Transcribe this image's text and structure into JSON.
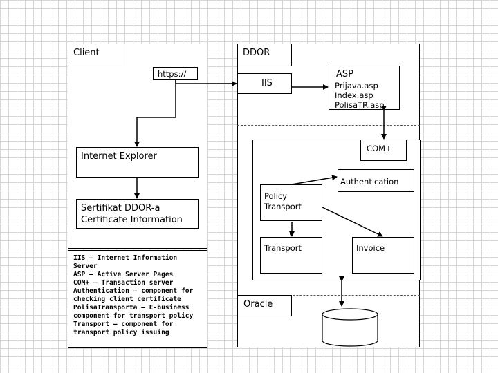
{
  "client": {
    "title": "Client",
    "url": "https://",
    "browser": "Internet Explorer",
    "cert_line1": "Sertifikat DDOR-a",
    "cert_line2": "Certificate Information"
  },
  "server": {
    "title": "DDOR",
    "iis": "IIS",
    "asp_title": "ASP",
    "asp_pages": [
      "Prijava.asp",
      "Index.asp",
      "PolisaTR.asp"
    ],
    "complus": "COM+",
    "authentication": "Authentication",
    "policy_line1": "Policy",
    "policy_line2": "Transport",
    "transport": "Transport",
    "invoice": "Invoice",
    "oracle": "Oracle"
  },
  "legend": {
    "lines": [
      "IIS – Internet Information",
      "Server",
      "ASP – Active Server Pages",
      "COM+ – Transaction server",
      "",
      "Authentication – component for",
      "checking client certificate",
      "PolisaTransporta – E-business",
      "component for transport policy",
      "Transport – component for",
      "transport policy issuing"
    ]
  }
}
